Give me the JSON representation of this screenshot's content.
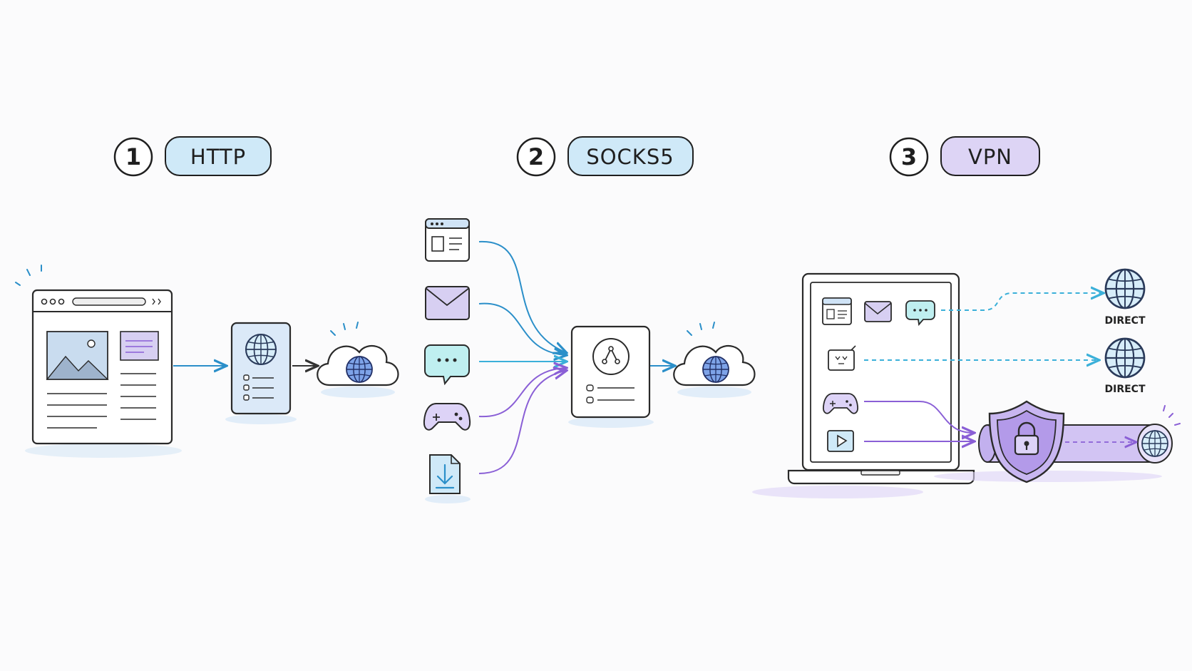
{
  "steps": [
    {
      "number": "1",
      "label": "HTTP",
      "pill_color": "#cfe9f8"
    },
    {
      "number": "2",
      "label": "SOCKS5",
      "pill_color": "#cfe9f8"
    },
    {
      "number": "3",
      "label": "VPN",
      "pill_color": "#ddd4f5"
    }
  ],
  "vpn": {
    "direct_label_1": "DIRECT",
    "direct_label_2": "DIRECT"
  },
  "colors": {
    "blue": "#2b8fc9",
    "light_blue": "#d7edf9",
    "purple": "#8a5fd6",
    "light_purple": "#ddd3f7",
    "teal": "#bfeff0",
    "ink": "#2a2a2a"
  },
  "icons": {
    "section1": [
      "browser-window-icon",
      "proxy-server-icon",
      "cloud-globe-icon"
    ],
    "section2": [
      "browser-app-icon",
      "email-icon",
      "chat-icon",
      "gamepad-icon",
      "download-file-icon",
      "socks-server-icon",
      "cloud-globe-icon"
    ],
    "section3": [
      "laptop-icon",
      "browser-app-icon",
      "email-icon",
      "chat-icon",
      "cat-app-icon",
      "gamepad-icon",
      "video-play-icon",
      "shield-lock-icon",
      "vpn-tunnel-icon",
      "globe-icon"
    ]
  }
}
